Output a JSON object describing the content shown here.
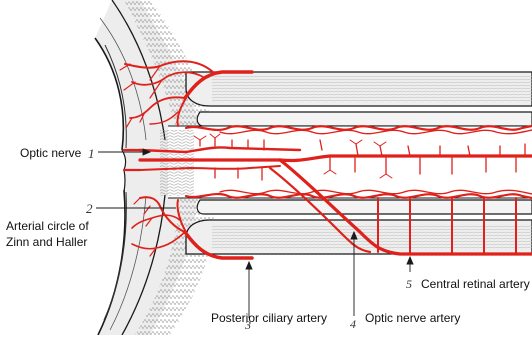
{
  "figure": {
    "labels": {
      "optic_nerve": "Optic nerve",
      "arterial_circle_line1": "Arterial circle of",
      "arterial_circle_line2": "Zinn and Haller",
      "posterior_ciliary_artery": "Posterior ciliary artery",
      "optic_nerve_artery": "Optic nerve artery",
      "central_retinal_artery": "Central retinal artery"
    },
    "numbers": {
      "n1": "1",
      "n2": "2",
      "n3": "3",
      "n4": "4",
      "n5": "5"
    },
    "colors": {
      "vessel": "#e0201a",
      "outline": "#1a1a1a",
      "tissue": "#e9e9e9",
      "hatch": "#9a9a9a"
    }
  }
}
